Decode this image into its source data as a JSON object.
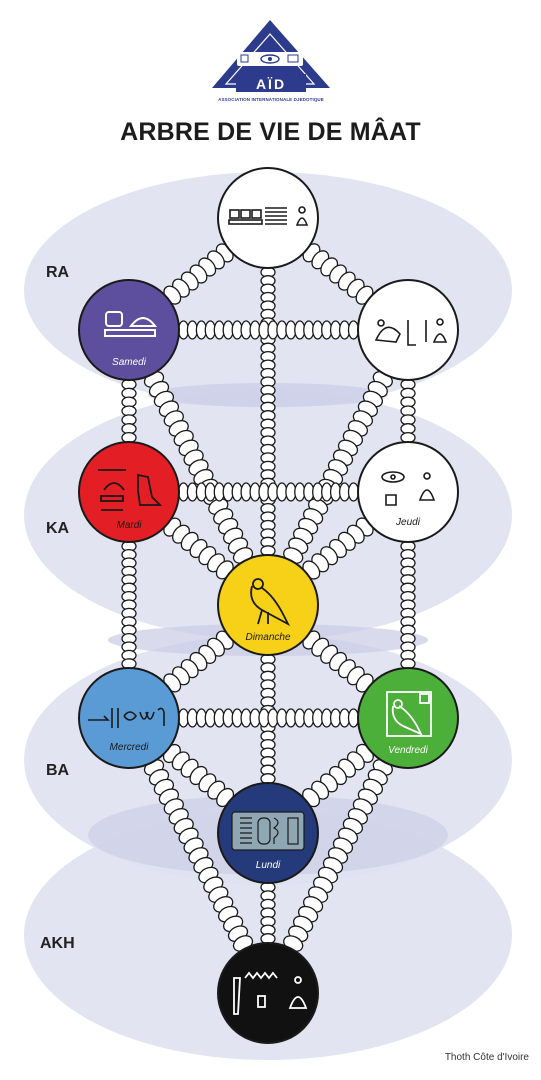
{
  "title": "ARBRE DE VIE DE MÂAT",
  "logo": {
    "text": "AÏD",
    "subtitle": "ASSOCIATION INTERNATIONALE DJEDOTIQUE",
    "color": "#2c3b8c"
  },
  "levels": [
    {
      "id": "ra",
      "label": "RA"
    },
    {
      "id": "ka",
      "label": "KA"
    },
    {
      "id": "ba",
      "label": "BA"
    },
    {
      "id": "akh",
      "label": "AKH"
    }
  ],
  "spheres": [
    {
      "id": "top",
      "day": "",
      "color": "#ffffff"
    },
    {
      "id": "samedi",
      "day": "Samedi",
      "color": "#5d4e9e"
    },
    {
      "id": "right-top",
      "day": "",
      "color": "#ffffff"
    },
    {
      "id": "mardi",
      "day": "Mardi",
      "color": "#e31e24"
    },
    {
      "id": "jeudi",
      "day": "Jeudi",
      "color": "#ffffff"
    },
    {
      "id": "dimanche",
      "day": "Dimanche",
      "color": "#f7d117"
    },
    {
      "id": "mercredi",
      "day": "Mercredi",
      "color": "#5b9bd5"
    },
    {
      "id": "vendredi",
      "day": "Vendredi",
      "color": "#4caf3a"
    },
    {
      "id": "lundi",
      "day": "Lundi",
      "color": "#253a7a"
    },
    {
      "id": "bottom",
      "day": "",
      "color": "#111111"
    }
  ],
  "band_color": "#dfe1f1",
  "credit": "Thoth Côte d'Ivoire"
}
